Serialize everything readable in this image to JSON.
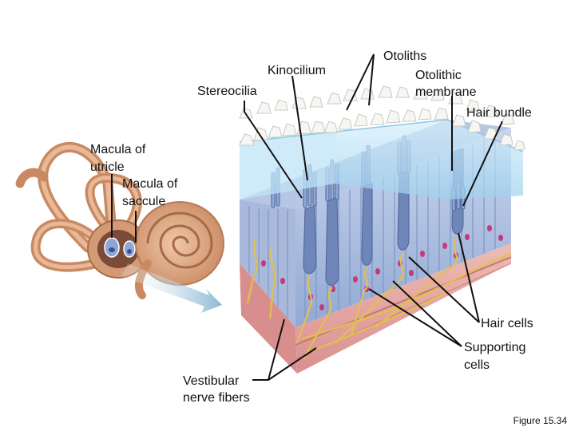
{
  "labels": {
    "kinocilium": "Kinocilium",
    "stereocilia": "Stereocilia",
    "otoliths": "Otoliths",
    "otolithic_membrane_line1": "Otolithic",
    "otolithic_membrane_line2": "membrane",
    "hair_bundle": "Hair bundle",
    "macula_utricle_line1": "Macula of",
    "macula_utricle_line2": "utricle",
    "macula_saccule_line1": "Macula of",
    "macula_saccule_line2": "saccule",
    "hair_cells": "Hair cells",
    "supporting_cells_line1": "Supporting",
    "supporting_cells_line2": "cells",
    "vestibular_line1": "Vestibular",
    "vestibular_line2": "nerve fibers"
  },
  "caption": "Figure 15.34",
  "colors": {
    "ear_tan": "#d9a27e",
    "ear_dark": "#b77a55",
    "membrane_blue": "#bfe3f5",
    "cell_blue": "#8ea8cf",
    "cell_light": "#c6d4ea",
    "nerve_yellow": "#e8c75a",
    "tissue_pink": "#e7a3a3",
    "nuclei": "#c23b7a",
    "arrow": "#8fb6d2",
    "otolith": "#f4f4f2"
  }
}
